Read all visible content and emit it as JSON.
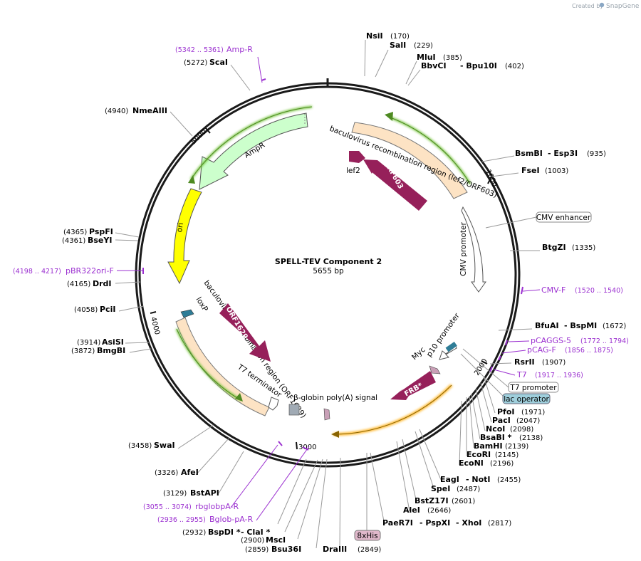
{
  "branding": {
    "created_by": "Created by",
    "product": "SnapGene"
  },
  "plasmid": {
    "name": "SPELL-TEV Component 2",
    "size_label": "5655 bp"
  },
  "ticks": [
    "1000",
    "2000",
    "3000",
    "4000",
    "5000"
  ],
  "enzymes": {
    "NsiI": {
      "name": "NsiI",
      "pos": "(170)"
    },
    "SalI": {
      "name": "SalI",
      "pos": "(229)"
    },
    "MluI": {
      "name": "MluI",
      "pos": "(385)"
    },
    "BbvCI": {
      "name": "BbvCI",
      "pos": "(402)"
    },
    "Bpu10I": {
      "name": "- Bpu10I"
    },
    "BsmBI": {
      "name": "BsmBI",
      "pos": "(935)"
    },
    "Esp3I": {
      "name": "- Esp3I"
    },
    "FseI": {
      "name": "FseI",
      "pos": "(1003)"
    },
    "BtgZI": {
      "name": "BtgZI",
      "pos": "(1335)"
    },
    "BfuAI": {
      "name": "BfuAI",
      "pos": "(1672)"
    },
    "BspMI": {
      "name": "- BspMI"
    },
    "RsrII": {
      "name": "RsrII",
      "pos": "(1907)"
    },
    "PfoI": {
      "name": "PfoI",
      "pos": "(1971)"
    },
    "PacI": {
      "name": "PacI",
      "pos": "(2047)"
    },
    "NcoI": {
      "name": "NcoI",
      "pos": "(2098)"
    },
    "BsaBI": {
      "name": "BsaBI *",
      "pos": "(2138)"
    },
    "BamHI": {
      "name": "BamHI",
      "pos": "(2139)"
    },
    "EcoRI": {
      "name": "EcoRI",
      "pos": "(2145)"
    },
    "EcoNI": {
      "name": "EcoNI",
      "pos": "(2196)"
    },
    "EagI": {
      "name": "EagI",
      "pos": "(2455)"
    },
    "NotI": {
      "name": "- NotI"
    },
    "SpeI": {
      "name": "SpeI",
      "pos": "(2487)"
    },
    "BstZ17I": {
      "name": "BstZ17I",
      "pos": "(2601)"
    },
    "AleI": {
      "name": "AleI",
      "pos": "(2646)"
    },
    "PaeR7I": {
      "name": "PaeR7I",
      "pos": "(2817)"
    },
    "PspXI": {
      "name": "- PspXI"
    },
    "XhoI": {
      "name": "- XhoI"
    },
    "DraIII": {
      "name": "DraIII",
      "pos": "(2849)"
    },
    "Bsu36I": {
      "name": "Bsu36I",
      "pos": "(2859)"
    },
    "MscI": {
      "name": "MscI",
      "pos": "(2900)"
    },
    "BspDI": {
      "name": "BspDI *",
      "pos": "(2932)"
    },
    "ClaI": {
      "name": "- ClaI *"
    },
    "BstAPI": {
      "name": "BstAPI",
      "pos": "(3129)"
    },
    "AfeI": {
      "name": "AfeI",
      "pos": "(3326)"
    },
    "SwaI": {
      "name": "SwaI",
      "pos": "(3458)"
    },
    "BmgBI": {
      "name": "BmgBI",
      "pos": "(3872)"
    },
    "AsiSI": {
      "name": "AsiSI",
      "pos": "(3914)"
    },
    "PciI": {
      "name": "PciI",
      "pos": "(4058)"
    },
    "DrdI": {
      "name": "DrdI",
      "pos": "(4165)"
    },
    "BseYI": {
      "name": "BseYI",
      "pos": "(4361)"
    },
    "PspFI": {
      "name": "PspFI",
      "pos": "(4365)"
    },
    "NmeAIII": {
      "name": "NmeAIII",
      "pos": "(4940)"
    },
    "ScaI": {
      "name": "ScaI",
      "pos": "(5272)"
    }
  },
  "primers": {
    "AmpR": {
      "name": "Amp-R",
      "pos": "(5342 .. 5361)"
    },
    "pBR322ori": {
      "name": "pBR322ori-F",
      "pos": "(4198 .. 4217)"
    },
    "CMVF": {
      "name": "CMV-F",
      "pos": "(1520 .. 1540)"
    },
    "pCAGGS5": {
      "name": "pCAGGS-5",
      "pos": "(1772 .. 1794)"
    },
    "pCAGF": {
      "name": "pCAG-F",
      "pos": "(1856 .. 1875)"
    },
    "T7": {
      "name": "T7",
      "pos": "(1917 .. 1936)"
    },
    "rbglobpA": {
      "name": "rbglobpA-R",
      "pos": "(3055 .. 3074)"
    },
    "BglobpA": {
      "name": "Bglob-pA-R",
      "pos": "(2936 .. 2955)"
    }
  },
  "features": {
    "bac_lef2": "baculovirus recombination region (lef2/ORF603)",
    "lef2": "lef2",
    "orf603": "ORF603",
    "ampr": "AmpR",
    "ori": "ori",
    "cmv_promoter": "CMV promoter",
    "bac_orf1629": "baculovirus recombination region (ORF1629)",
    "orf1629": "ORF1629",
    "loxp": "loxP",
    "t7_terminator": "T7 terminator",
    "bglobin": "β-globin poly(A) signal",
    "p10": "p10 promoter",
    "myc": "Myc",
    "frb": "FRB*"
  },
  "boxed_features": {
    "cmv_enhancer": "CMV enhancer",
    "t7_promoter": "T7 promoter",
    "lac_operator": "lac operator",
    "his": "8xHis"
  },
  "colors": {
    "backbone": "#1a1a1a",
    "bac_region": "#fde3c4",
    "ampr": "#ccffcc",
    "ori": "#ffff00",
    "orf": "#96205a",
    "tag": "#c9a0b7",
    "primer": "#9b30d0",
    "loxp": "#2f7d97",
    "cds_glow_green": "#6dc133",
    "cds_glow_orange": "#ffb420",
    "lac_operator_bg": "#9fcfdc",
    "his_bg": "#e0b8cb"
  }
}
